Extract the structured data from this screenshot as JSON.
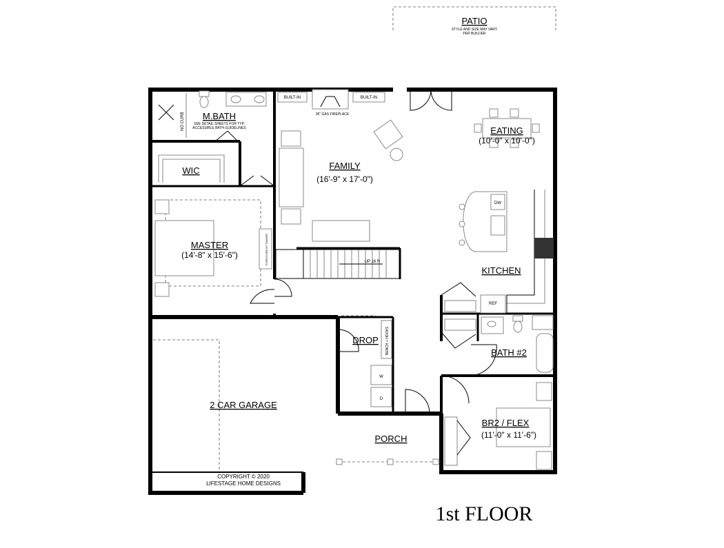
{
  "patio": {
    "label": "PATIO",
    "note_line1": "STYLE AND SIZE MAY VARY",
    "note_line2": "PER BUILDER"
  },
  "rooms": {
    "mbath": {
      "name": "M.BATH",
      "note_line1": "SEE DETAIL SHEETS FOR TYP.",
      "note_line2": "ACCESSIBLE BATH GUIDELINES"
    },
    "no_curb": "NO CURB",
    "wic": {
      "name": "WIC"
    },
    "family": {
      "name": "FAMILY",
      "dims": "(16'-9\" x 17'-0\")"
    },
    "eating": {
      "name": "EATING",
      "dims": "(10'-0\" x 10'-0\")"
    },
    "master": {
      "name": "MASTER",
      "dims": "(14'-8\" x 15'-6\")"
    },
    "kitchen": {
      "name": "KITCHEN"
    },
    "drop": {
      "name": "DROP"
    },
    "bath2": {
      "name": "BATH #2"
    },
    "garage": {
      "name": "2 CAR GARAGE"
    },
    "porch": {
      "name": "PORCH"
    },
    "br2": {
      "name": "BR2 / FLEX",
      "dims": "(11'-0\" x 11'-6\")"
    }
  },
  "fixtures": {
    "built_in_left": "BUILT-IN",
    "built_in_right": "BUILT-IN",
    "fireplace": "36\" GAS FIREPLACE",
    "stair": "UP 16 R",
    "dw": "DW",
    "ref": "REF",
    "bench": "BENCH + HOOKS",
    "washer": "W",
    "dryer": "D",
    "furniture": "FURNITURE BY OWNER"
  },
  "copyright": {
    "line1": "COPYRIGHT © 2020",
    "line2": "LIFESTAGE HOME DESIGNS"
  },
  "floor_title": "1st FLOOR"
}
